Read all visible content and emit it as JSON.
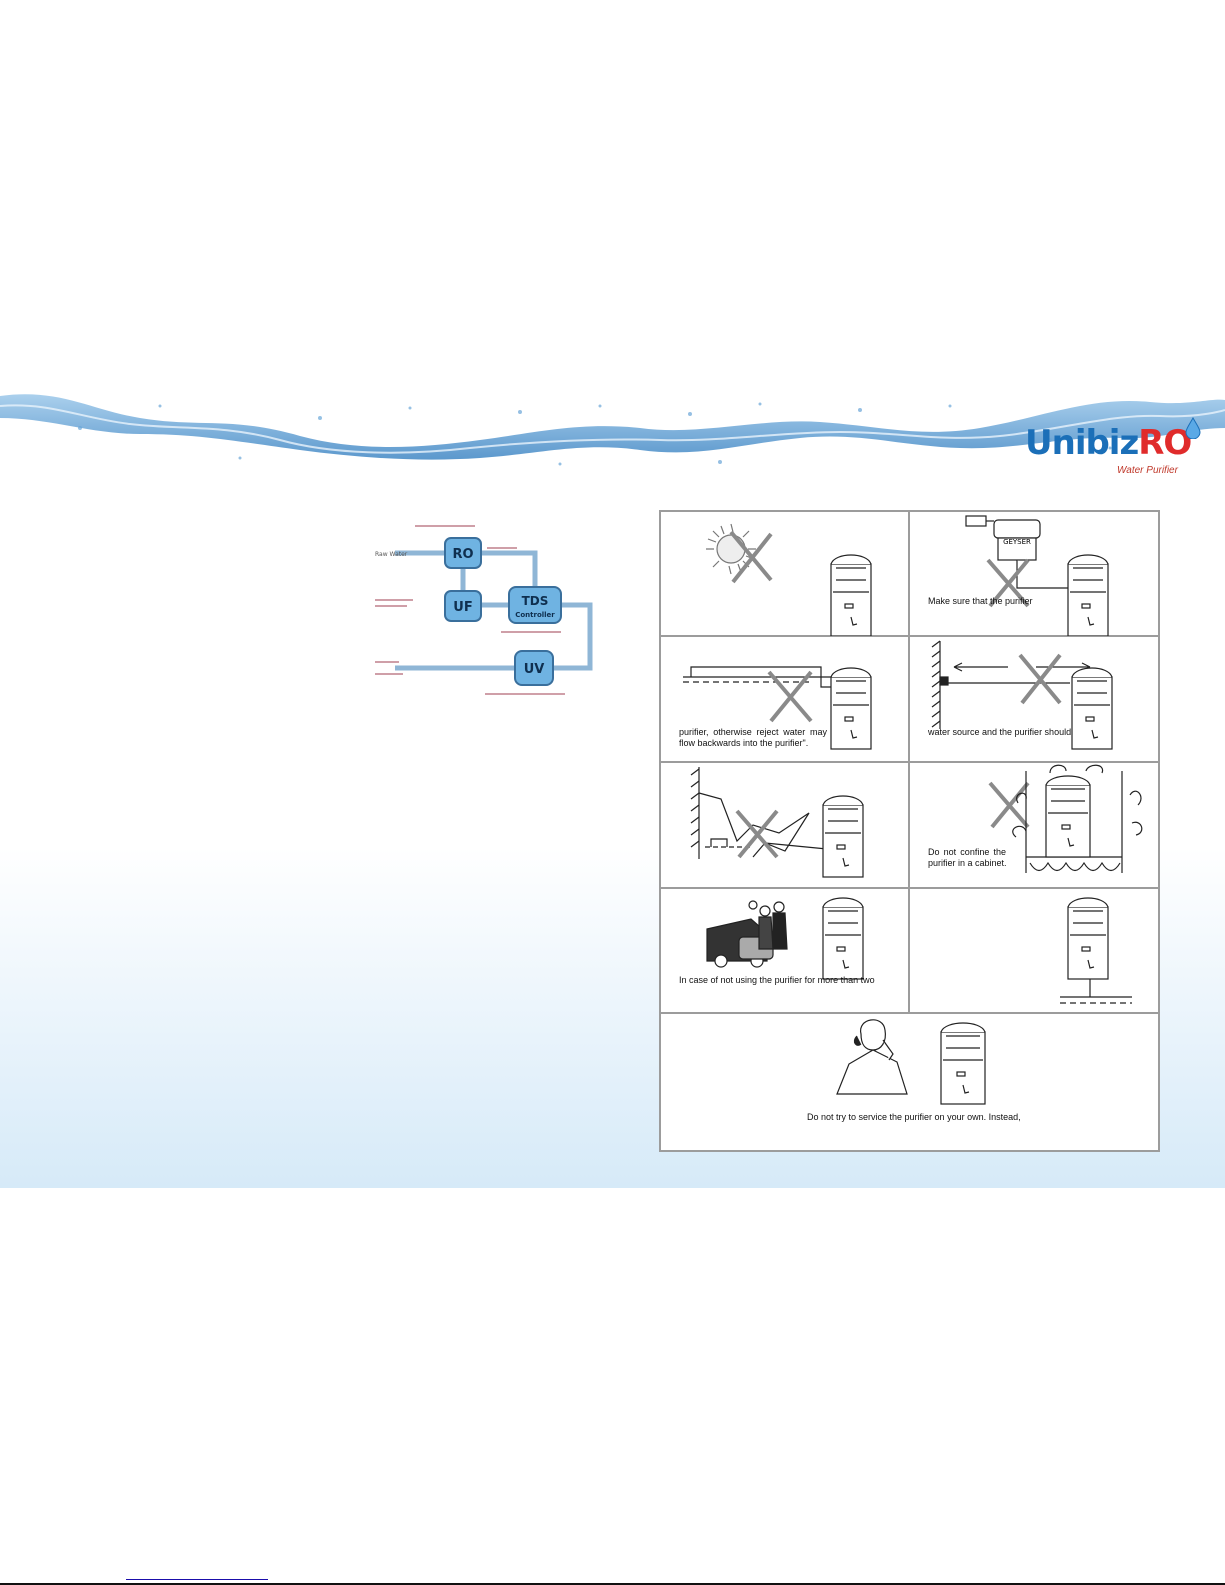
{
  "brand": {
    "name": "Unibiz",
    "name_accent": "RO",
    "tagline": "Water Purifier"
  },
  "flow_diagram": {
    "nodes": [
      "RO",
      "UF",
      "TDS",
      "Controller",
      "UV"
    ],
    "labels": [
      "Raw Water"
    ]
  },
  "instructions": [
    {
      "id": "sunlight",
      "caption": ""
    },
    {
      "id": "geyser",
      "caption": "Make sure that the purifier",
      "sign": "GEYSER"
    },
    {
      "id": "drain-level",
      "caption_lines": [
        "purifier, otherwise reject water may",
        "flow backwards into the purifier\"."
      ]
    },
    {
      "id": "distance",
      "caption": "water source and the purifier should"
    },
    {
      "id": "splash",
      "caption": ""
    },
    {
      "id": "cabinet",
      "caption_lines": [
        "Do not confine the",
        "purifier in a cabinet."
      ]
    },
    {
      "id": "travel",
      "caption": "In case of not using the purifier for more than two"
    },
    {
      "id": "earthing",
      "caption": ""
    },
    {
      "id": "service",
      "caption": "Do not try to service the purifier on your own. Instead,"
    }
  ],
  "colors": {
    "brand_blue": "#1b6fb8",
    "brand_red": "#e02b2b",
    "panel_border": "#9c9c9c",
    "water": "#7fb6e0"
  }
}
